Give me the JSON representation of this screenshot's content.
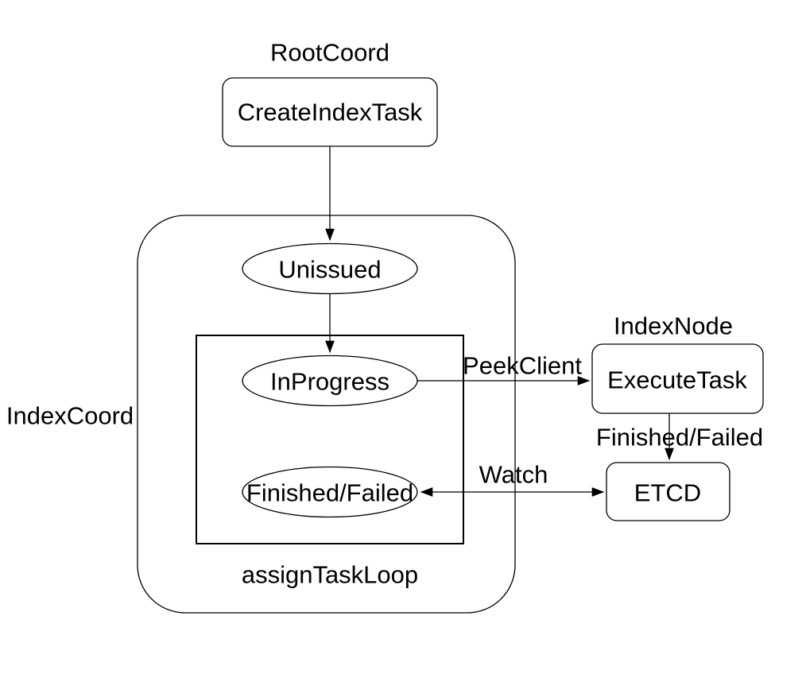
{
  "diagram": {
    "colors": {
      "background": "#ffffff",
      "stroke": "#000000",
      "text": "#000000"
    },
    "group_labels": {
      "root_coord": "RootCoord",
      "index_coord": "IndexCoord",
      "index_node": "IndexNode",
      "assign_task_loop": "assignTaskLoop"
    },
    "nodes": {
      "create_index_task": "CreateIndexTask",
      "unissued": "Unissued",
      "in_progress": "InProgress",
      "finished_failed": "Finished/Failed",
      "execute_task": "ExecuteTask",
      "etcd": "ETCD"
    },
    "edge_labels": {
      "peek_client": "PeekClient",
      "finished_failed": "Finished/Failed",
      "watch": "Watch"
    },
    "edges": [
      {
        "from": "CreateIndexTask",
        "to": "Unissued",
        "label": "",
        "bidirectional": false
      },
      {
        "from": "Unissued",
        "to": "InProgress",
        "label": "",
        "bidirectional": false
      },
      {
        "from": "InProgress",
        "to": "ExecuteTask",
        "label": "PeekClient",
        "bidirectional": false
      },
      {
        "from": "ExecuteTask",
        "to": "ETCD",
        "label": "Finished/Failed",
        "bidirectional": false
      },
      {
        "from": "ETCD",
        "to": "Finished/Failed",
        "label": "Watch",
        "bidirectional": true
      }
    ]
  }
}
